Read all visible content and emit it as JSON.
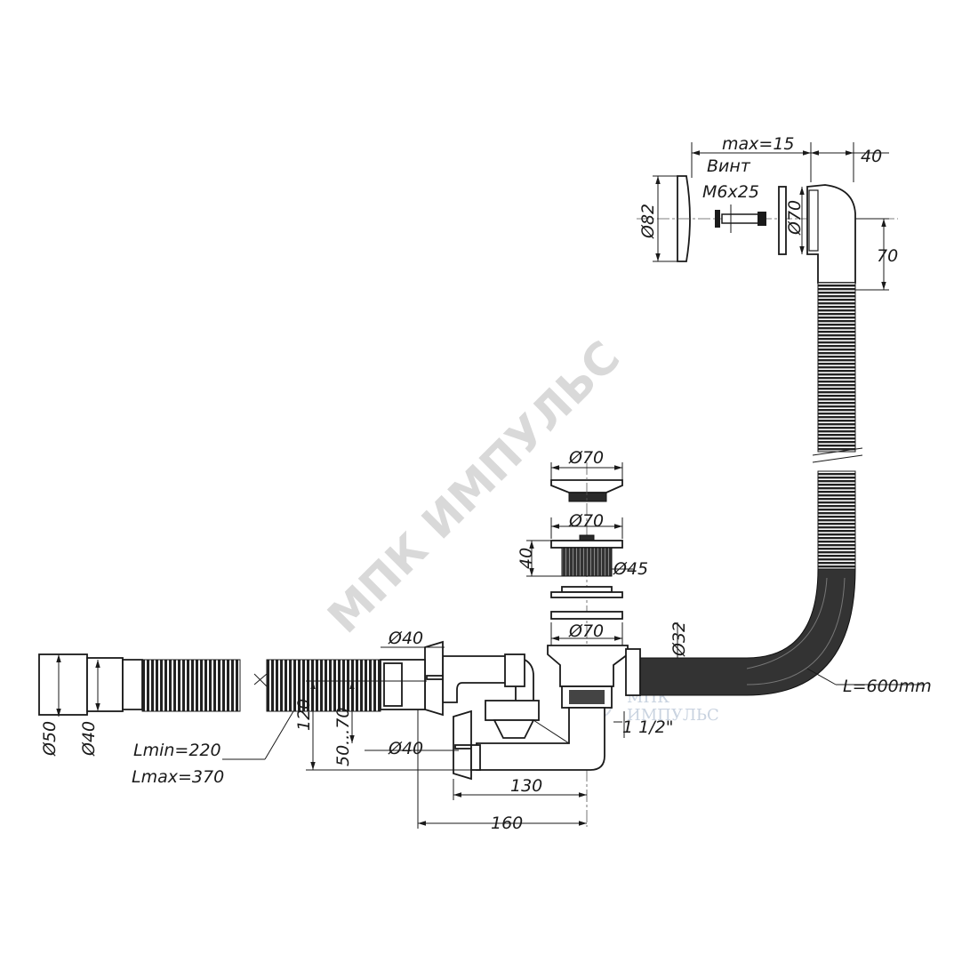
{
  "watermark": {
    "text": "МПК ИМПУЛЬС",
    "logo_line1": "МПК",
    "logo_line2": "ИМПУЛЬС"
  },
  "labels": {
    "overflow_max": "max=15",
    "overflow_depth": "40",
    "screw_line1": "Винт",
    "screw_line2": "M6x25",
    "overflow_cap_dia": "Ø82",
    "overflow_body_dia": "Ø70",
    "overflow_height": "70",
    "plug_dia": "Ø70",
    "drain_flange_dia": "Ø70",
    "drain_height": "40",
    "drain_thread_dia": "Ø45",
    "drain_ring_dia": "Ø70",
    "hose_dia": "Ø32",
    "hose_length": "L=600mm",
    "thread": "1 1/2\"",
    "outlet_dia_50": "Ø50",
    "outlet_dia_40": "Ø40",
    "corrugated_dia_40": "Ø40",
    "lmin": "Lmin=220",
    "lmax": "Lmax=370",
    "siphon_height_120": "120",
    "siphon_height_50_70": "50...70",
    "branch_dia_40": "Ø40",
    "len_130": "130",
    "len_160": "160"
  }
}
